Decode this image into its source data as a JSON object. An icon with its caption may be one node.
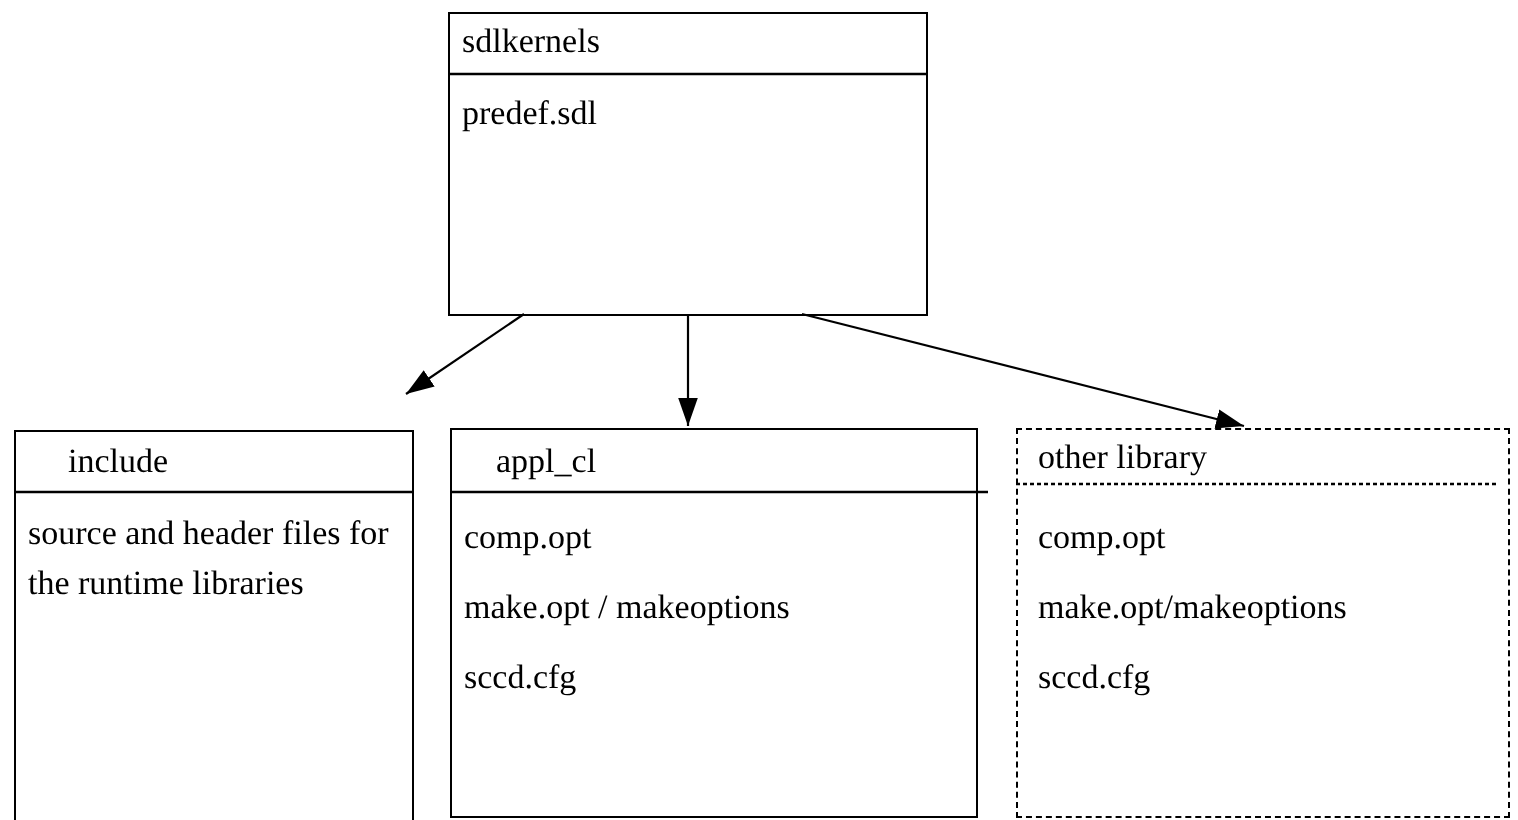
{
  "diagram": {
    "nodes": [
      {
        "text": [
          "sdlkernels",
          "predef.sdl"
        ]
      },
      {
        "text": [
          "include",
          "source and header files for the runtime libraries"
        ]
      },
      {
        "text": [
          "appl_cl",
          "comp.opt",
          "make.opt / makeoptions",
          "sccd.cfg"
        ]
      },
      {
        "text": [
          "other library",
          "comp.opt",
          "make.opt/makeoptions",
          "sccd.cfg"
        ]
      }
    ],
    "edges": [
      {
        "from": 0,
        "to": 1,
        "arrow": "to"
      },
      {
        "from": 0,
        "to": 2,
        "arrow": "to"
      },
      {
        "from": 0,
        "to": 3,
        "arrow": "to"
      }
    ]
  }
}
